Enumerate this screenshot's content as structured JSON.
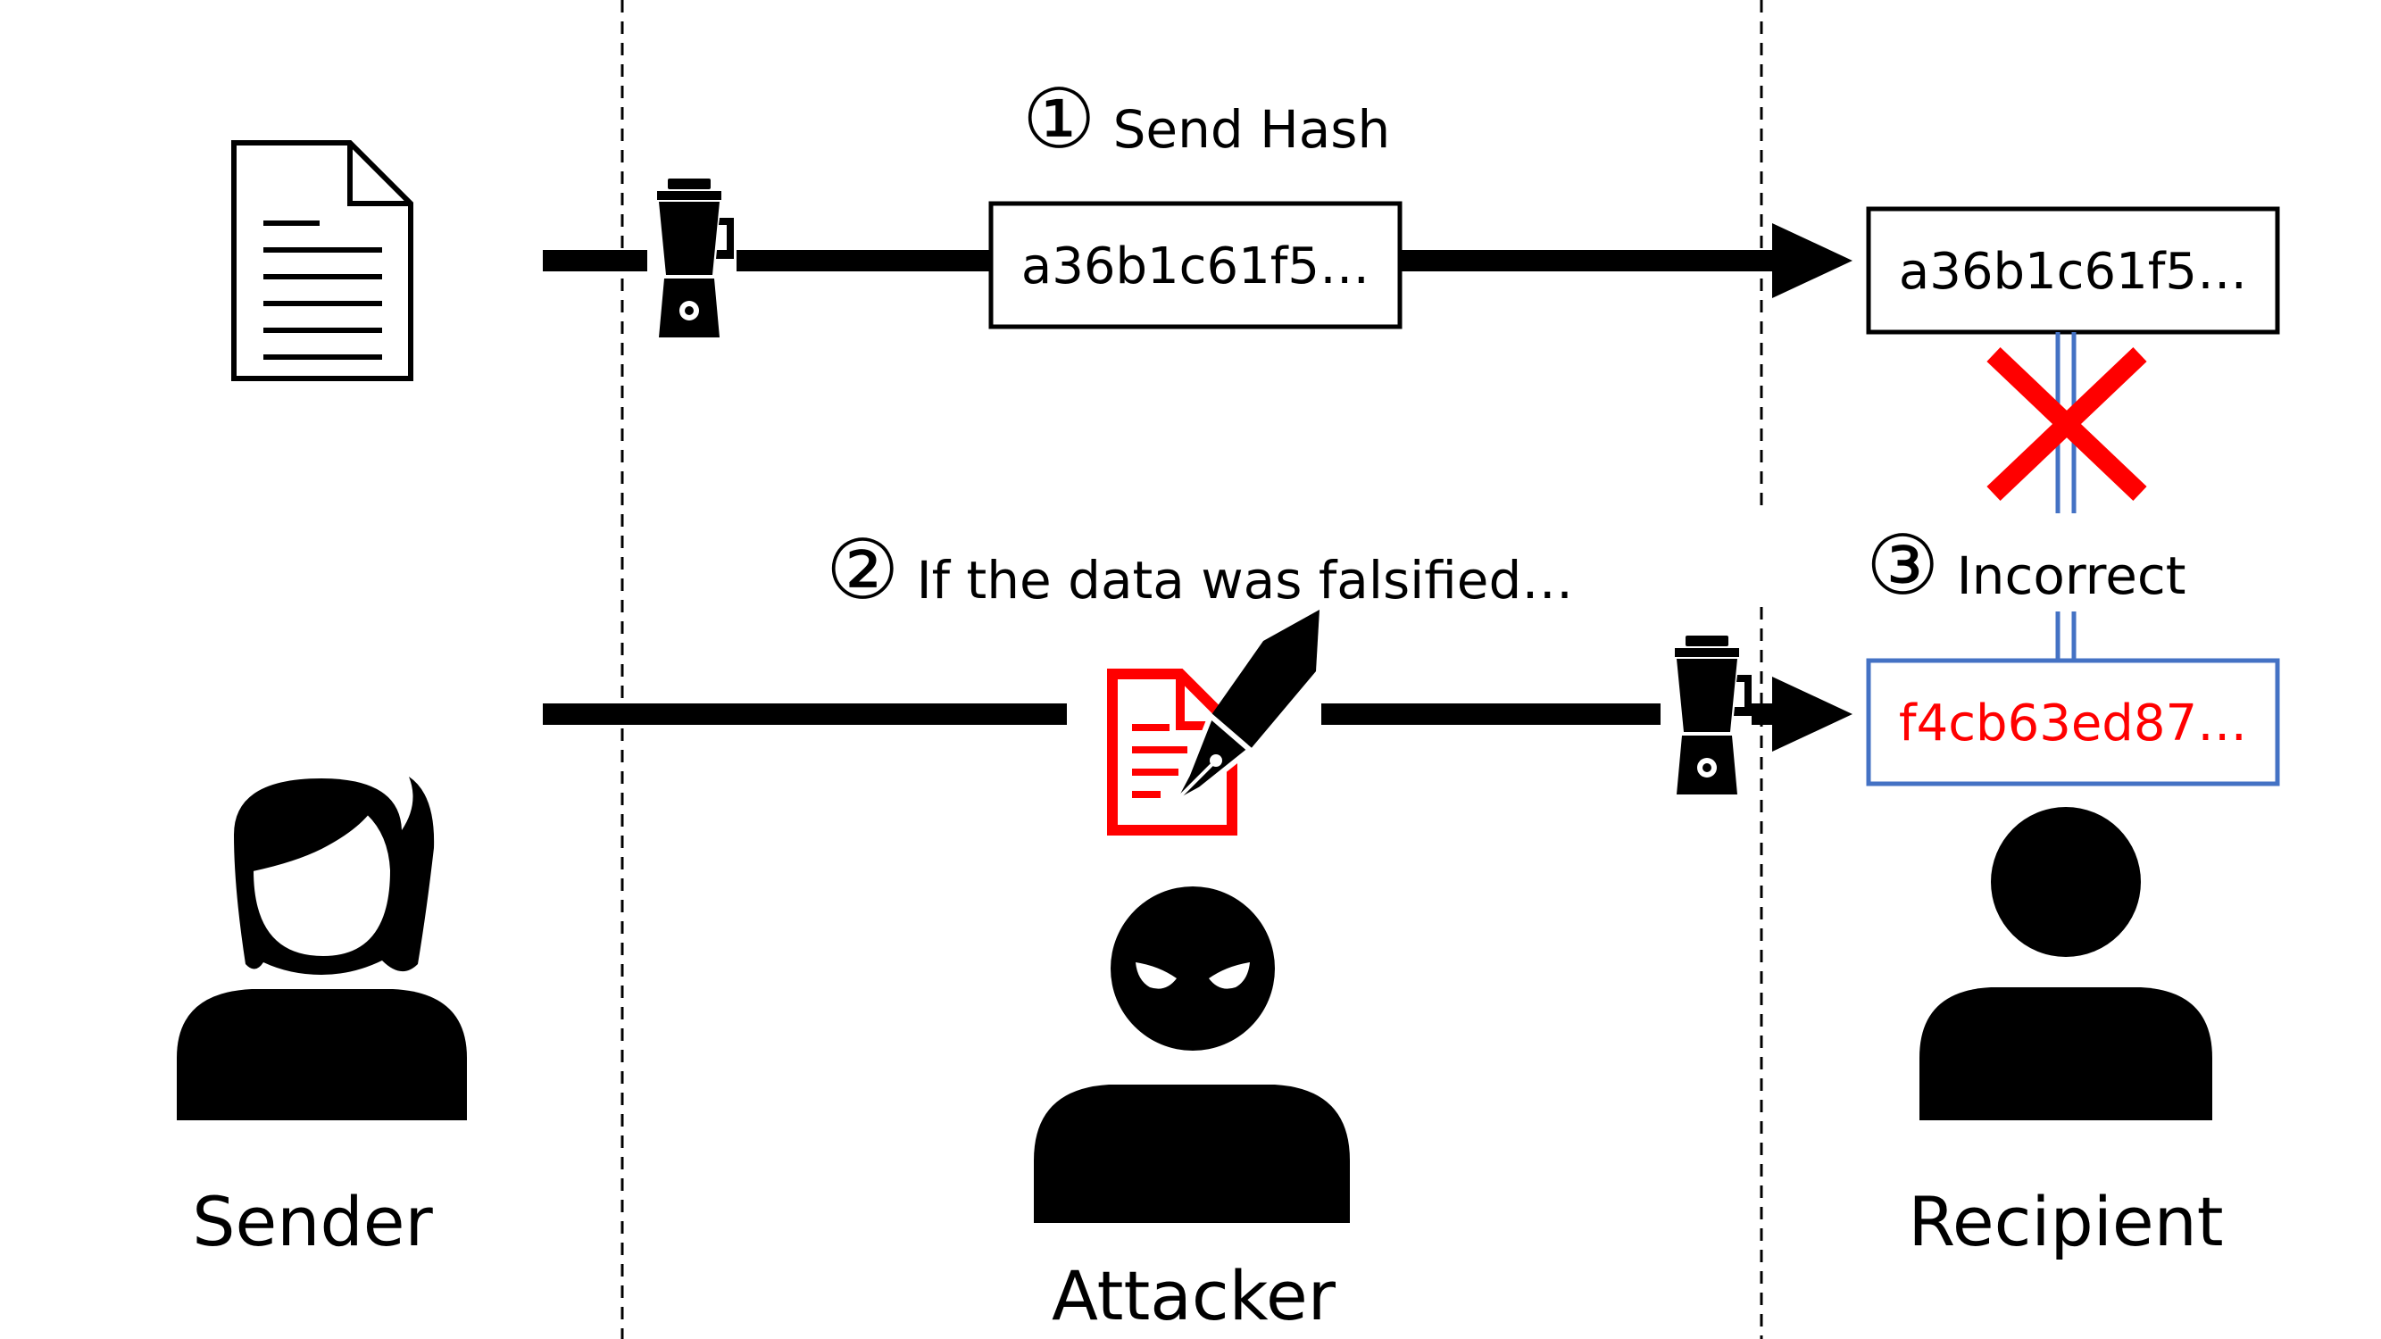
{
  "steps": {
    "send_hash": {
      "number": "①",
      "label": "Send Hash"
    },
    "falsified": {
      "number": "②",
      "label": "If the data was falsified…"
    },
    "incorrect": {
      "number": "③",
      "label": "Incorrect"
    }
  },
  "hashes": {
    "sent": "a36b1c61f5…",
    "received": "a36b1c61f5…",
    "recomputed": "f4cb63ed87…"
  },
  "roles": {
    "sender": "Sender",
    "attacker": "Attacker",
    "recipient": "Recipient"
  },
  "icons": {
    "document": "document-icon",
    "blender": "blender-icon",
    "tampered_document": "tampered-document-icon",
    "pen": "fountain-pen-icon",
    "mismatch": "red-x-icon",
    "sender": "woman-user-icon",
    "attacker": "masked-attacker-icon",
    "recipient": "user-icon"
  },
  "colors": {
    "line": "#000000",
    "mismatch": "#ff0000",
    "tampered": "#ff0000",
    "recomputed_box": "#4472c4",
    "recomputed_text": "#ff0000"
  }
}
